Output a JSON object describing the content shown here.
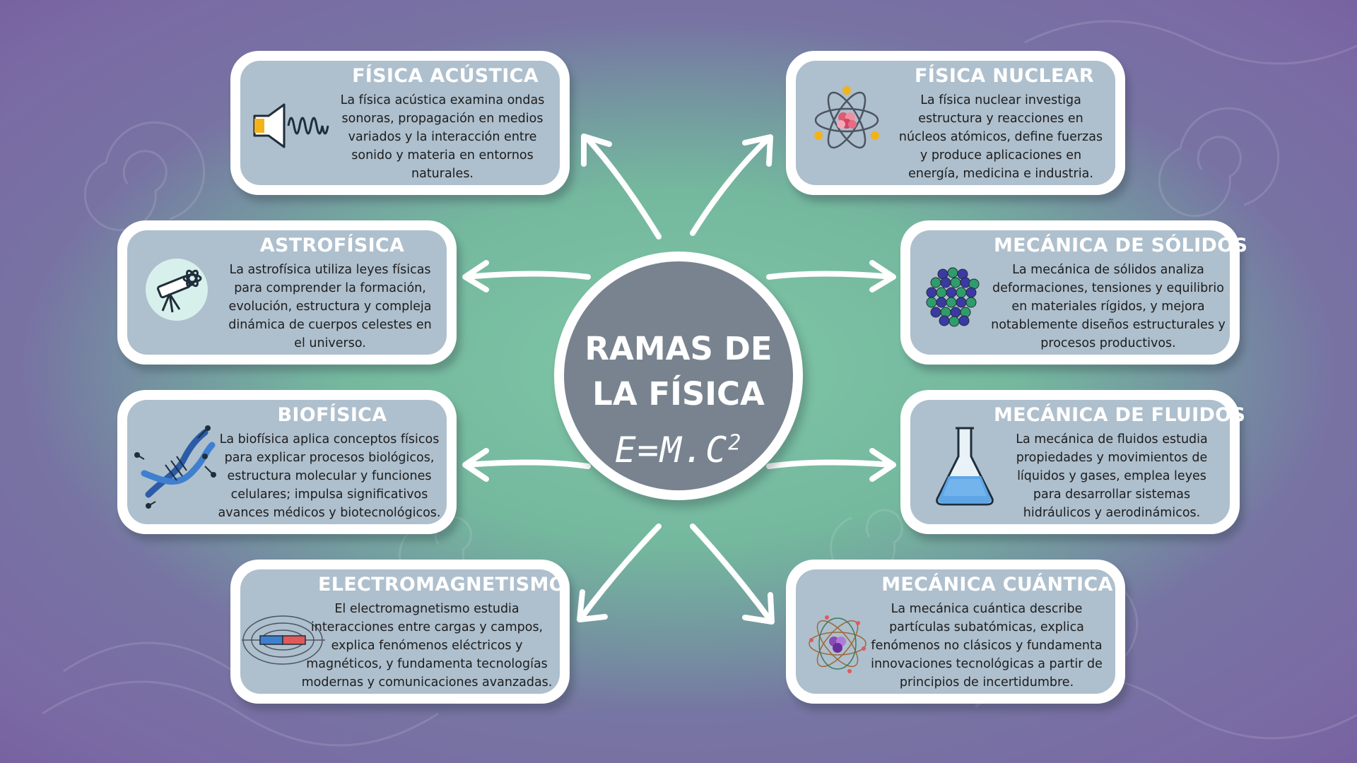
{
  "center": {
    "title_line1": "RAMAS DE",
    "title_line2": "LA FÍSICA",
    "formula": "E=M.C",
    "formula_exponent": "2"
  },
  "branches": [
    {
      "id": "acustica",
      "title": "FÍSICA ACÚSTICA",
      "text": "La física acústica examina ondas sonoras, propagación en medios variados y la interacción entre sonido y materia en entornos naturales.",
      "icon": "speaker-sound-wave-icon"
    },
    {
      "id": "nuclear",
      "title": "FÍSICA NUCLEAR",
      "text": "La física nuclear investiga estructura y reacciones en núcleos atómicos, define fuerzas y produce aplicaciones en energía, medicina e industria.",
      "icon": "atom-icon"
    },
    {
      "id": "astrofisica",
      "title": "ASTROFÍSICA",
      "text": "La astrofísica utiliza leyes físicas para comprender la formación, evolución, estructura y compleja dinámica de cuerpos celestes en el universo.",
      "icon": "telescope-icon"
    },
    {
      "id": "solidos",
      "title": "MECÁNICA DE SÓLIDOS",
      "text": "La mecánica de sólidos analiza deformaciones, tensiones y equilibrio en materiales rígidos, y mejora notablemente diseños estructurales y procesos productivos.",
      "icon": "crystal-lattice-icon"
    },
    {
      "id": "biofisica",
      "title": "BIOFÍSICA",
      "text": "La biofísica aplica conceptos físicos para explicar procesos biológicos, estructura molecular y funciones celulares; impulsa significativos avances médicos y biotecnológicos.",
      "icon": "dna-icon"
    },
    {
      "id": "fluidos",
      "title": "MECÁNICA DE FLUIDOS",
      "text": "La mecánica de fluidos estudia propiedades y movimientos de líquidos y gases, emplea leyes para desarrollar sistemas hidráulicos y aerodinámicos.",
      "icon": "flask-icon"
    },
    {
      "id": "electromagnetismo",
      "title": "ELECTROMAGNETISMO",
      "text": "El electromagnetismo estudia interacciones entre cargas y campos, explica fenómenos eléctricos y magnéticos, y fundamenta tecnologías modernas y comunicaciones avanzadas.",
      "icon": "magnet-field-icon"
    },
    {
      "id": "cuantica",
      "title": "MECÁNICA CUÁNTICA",
      "text": "La mecánica cuántica describe partículas subatómicas, explica fenómenos no clásicos y fundamenta innovaciones tecnológicas a partir de principios de incertidumbre.",
      "icon": "quantum-atom-icon"
    }
  ],
  "colors": {
    "card_fill": "#aebfcd",
    "center_fill": "#78838f",
    "card_border": "#ffffff",
    "title_text": "#ffffff",
    "body_text": "#1d1d1d"
  }
}
